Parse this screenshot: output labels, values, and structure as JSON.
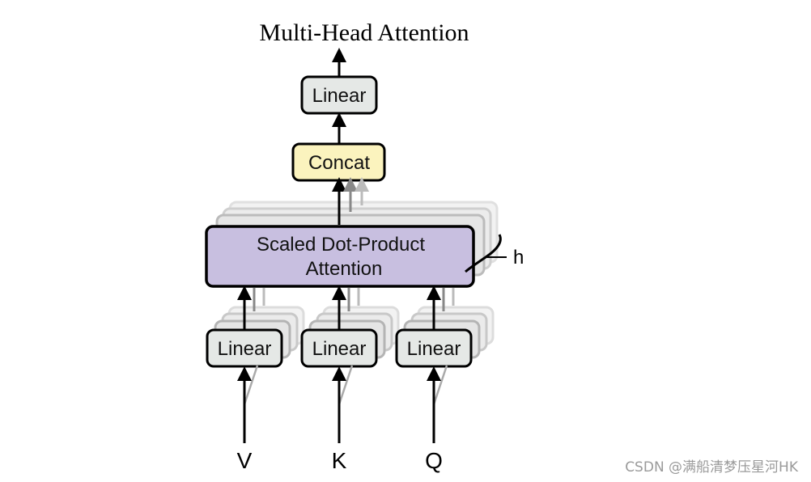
{
  "title": "Multi-Head Attention",
  "blocks": {
    "top_linear": "Linear",
    "concat": "Concat",
    "attention_line1": "Scaled Dot-Product",
    "attention_line2": "Attention",
    "linear_v": "Linear",
    "linear_k": "Linear",
    "linear_q": "Linear"
  },
  "heads_label": "h",
  "inputs": {
    "v": "V",
    "k": "K",
    "q": "Q"
  },
  "colors": {
    "linear_fill": "#e5e8e6",
    "concat_fill": "#fbf3be",
    "attention_fill": "#c8bfe0",
    "stroke": "#000000"
  },
  "watermark": "CSDN @满船清梦压星河HK"
}
